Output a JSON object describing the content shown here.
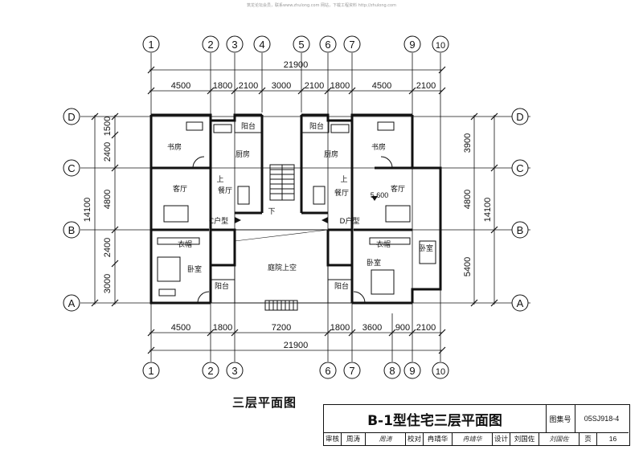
{
  "watermark": "筑龙论坛会员，联系www.zhulong.com 网站，下载工程资料 http://zhulong.com",
  "axes_top": [
    "1",
    "2",
    "3",
    "4",
    "5",
    "6",
    "7",
    "9",
    "10"
  ],
  "axes_bottom": [
    "1",
    "2",
    "3",
    "6",
    "7",
    "8",
    "9",
    "10"
  ],
  "axes_side_left": [
    "D",
    "C",
    "B",
    "A"
  ],
  "axes_side_right": [
    "D",
    "C",
    "B",
    "A"
  ],
  "dims": {
    "top_total": "21900",
    "top_segments": [
      "4500",
      "1800",
      "2100",
      "3000",
      "2100",
      "1800",
      "4500",
      "2100"
    ],
    "bottom_segments": [
      "4500",
      "1800",
      "7200",
      "1800",
      "3600",
      "900",
      "2100"
    ],
    "bottom_total": "21900",
    "left_total": "14100",
    "left_segments": [
      "1500",
      "2400",
      "4800",
      "2400",
      "3000"
    ],
    "right_total": "14100",
    "right_segments": [
      "3900",
      "4800",
      "5400"
    ]
  },
  "rooms": {
    "study_l": "书房",
    "study_r": "书房",
    "balcony_tl": "阳台",
    "balcony_tr": "阳台",
    "kitchen_l": "厨房",
    "kitchen_r": "厨房",
    "living_l": "客厅",
    "living_r": "客厅",
    "dining_l": "餐厅",
    "dining_r": "餐厅",
    "wardrobe_l": "衣帽",
    "wardrobe_r": "衣帽",
    "bedroom_l": "卧室",
    "bedroom_r": "卧室",
    "bedroom_r2": "卧室",
    "balcony_bl": "阳台",
    "balcony_br": "阳台",
    "courtyard": "庭院上空",
    "type_c": "C户型",
    "type_d": "D户型",
    "stair_up_l": "上",
    "stair_up_r": "上",
    "stair_down": "下",
    "elevation": "5.600"
  },
  "subtitle": "三层平面图",
  "titleblock": {
    "main_title": "B-1型住宅三层平面图",
    "atlas_label": "图集号",
    "atlas_value": "05SJ918-4",
    "review_label": "审核",
    "review_name": "周涛",
    "review_sig": "周涛",
    "proof_label": "校对",
    "proof_name": "冉靖华",
    "proof_sig": "冉靖华",
    "design_label": "设计",
    "design_name": "刘国佐",
    "design_sig": "刘国佐",
    "page_label": "页",
    "page_value": "16"
  },
  "colors": {
    "line": "#111111",
    "accent": "#000000"
  }
}
